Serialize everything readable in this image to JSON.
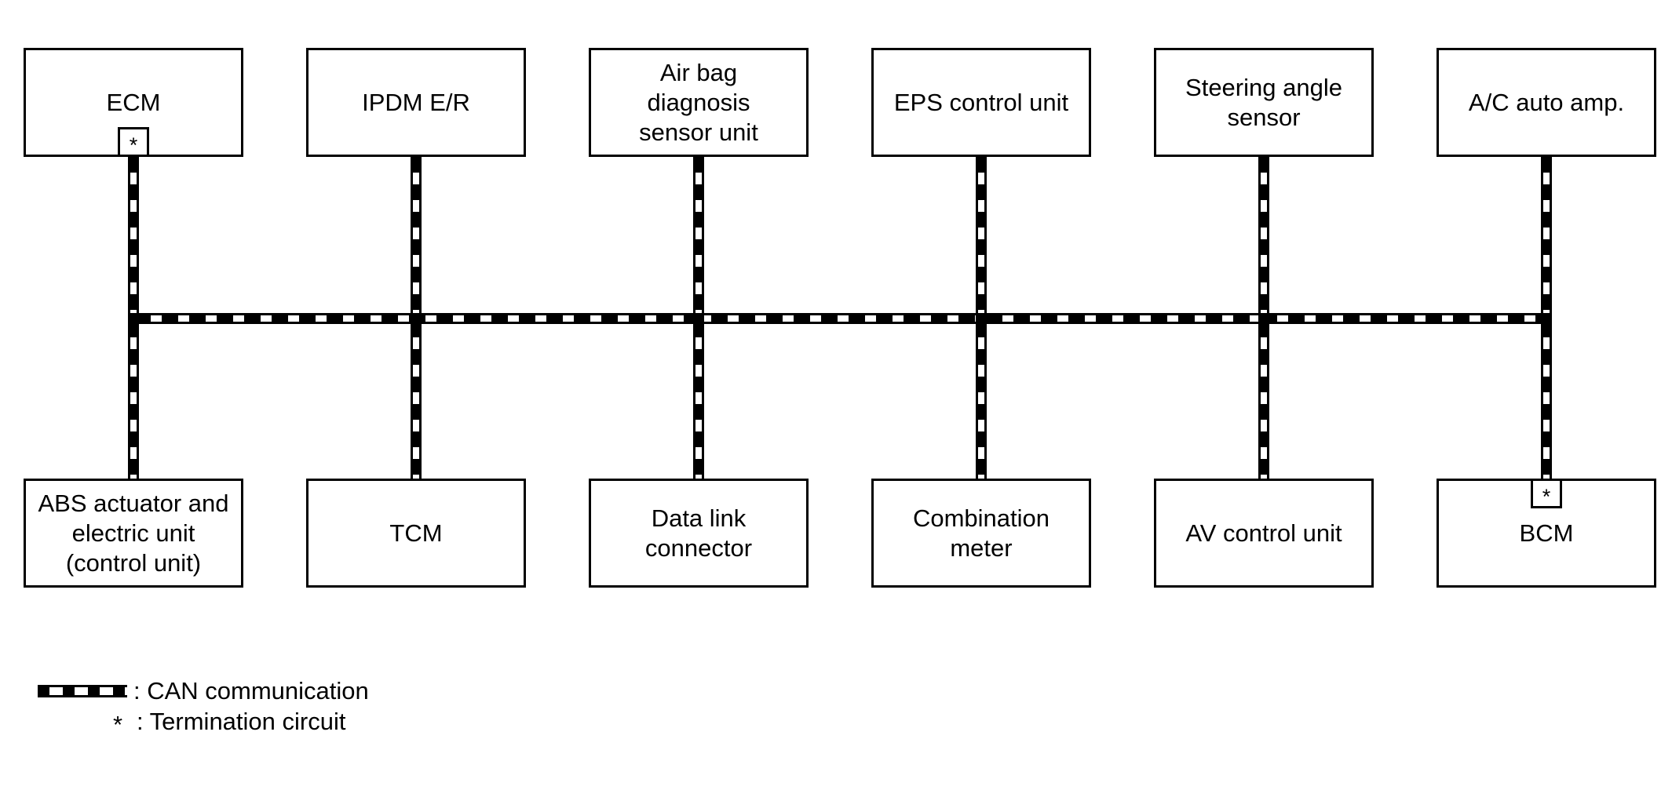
{
  "colors": {
    "line": "#000000",
    "background": "#ffffff",
    "box_fill": "#ffffff"
  },
  "nodes": {
    "top": [
      {
        "label": "ECM"
      },
      {
        "label": "IPDM E/R"
      },
      {
        "label": "Air bag\ndiagnosis\nsensor unit"
      },
      {
        "label": "EPS control unit"
      },
      {
        "label": "Steering angle\nsensor"
      },
      {
        "label": "A/C auto amp."
      }
    ],
    "bottom": [
      {
        "label": "ABS actuator and\nelectric unit\n(control unit)"
      },
      {
        "label": "TCM"
      },
      {
        "label": "Data link\nconnector"
      },
      {
        "label": "Combination\nmeter"
      },
      {
        "label": "AV control unit"
      },
      {
        "label": "BCM"
      }
    ]
  },
  "symbols": {
    "termination": "*"
  },
  "legend": {
    "can": {
      "label": ": CAN communication"
    },
    "termination": {
      "symbol": "*",
      "label": ": Termination circuit"
    }
  }
}
